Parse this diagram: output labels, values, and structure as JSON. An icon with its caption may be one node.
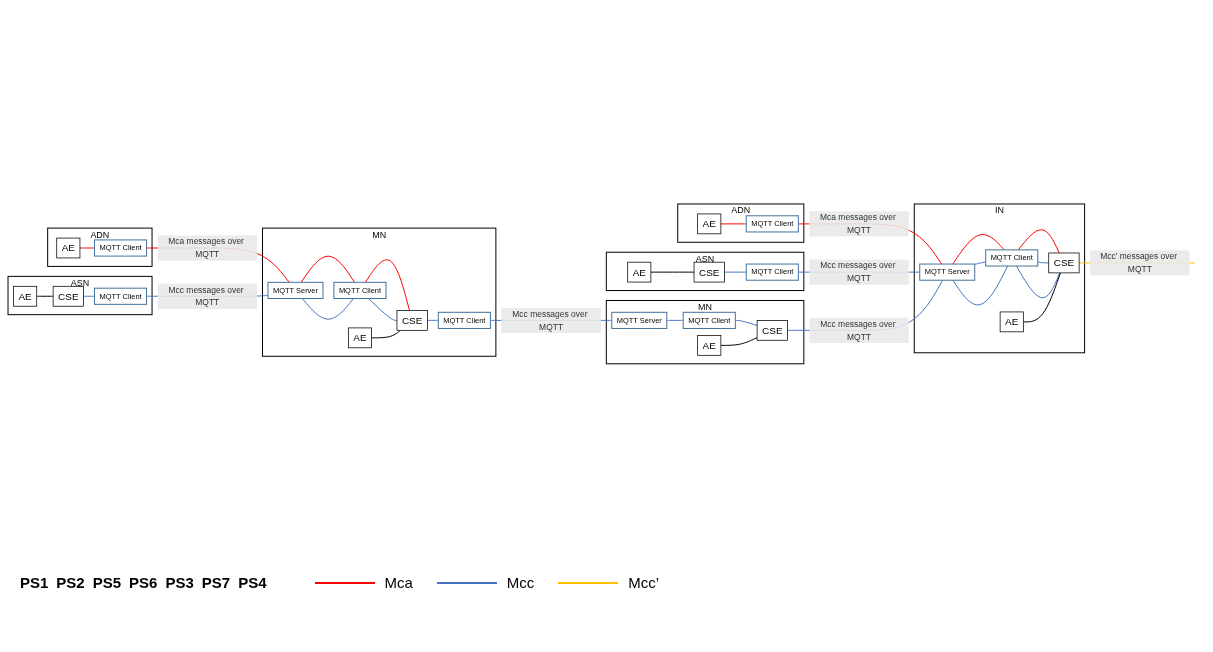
{
  "diagram": {
    "nodes": [
      {
        "text": [
          "ADN"
        ]
      },
      {
        "text": [
          "AE"
        ],
        "in": 0
      },
      {
        "text": [
          "MQTT Client"
        ],
        "in": 0
      },
      {
        "text": [
          "ADN"
        ]
      },
      {
        "text": [
          "AE"
        ],
        "in": 3
      },
      {
        "text": [
          "MQTT Client"
        ],
        "in": 3
      },
      {
        "text": [
          "ASN"
        ]
      },
      {
        "text": [
          "AE"
        ],
        "in": 6
      },
      {
        "text": [
          "CSE"
        ],
        "in": 6
      },
      {
        "text": [
          "MQTT Client"
        ],
        "in": 6
      },
      {
        "text": [
          "ASN"
        ]
      },
      {
        "text": [
          "AE"
        ],
        "in": 10
      },
      {
        "text": [
          "CSE"
        ],
        "in": 10
      },
      {
        "text": [
          "MQTT Client"
        ],
        "in": 10
      },
      {
        "text": [
          "MN"
        ]
      },
      {
        "text": [
          "MQTT Server"
        ],
        "in": 14
      },
      {
        "text": [
          "MQTT Client"
        ],
        "in": 14
      },
      {
        "text": [
          "AE"
        ],
        "in": 14
      },
      {
        "text": [
          "CSE"
        ],
        "in": 14
      },
      {
        "text": [
          "MQTT Client"
        ],
        "in": 14
      },
      {
        "text": [
          "MN"
        ]
      },
      {
        "text": [
          "MQTT Server"
        ],
        "in": 20
      },
      {
        "text": [
          "MQTT Client"
        ],
        "in": 20
      },
      {
        "text": [
          "AE"
        ],
        "in": 20
      },
      {
        "text": [
          "CSE"
        ],
        "in": 20
      },
      {
        "text": [
          "IN"
        ]
      },
      {
        "text": [
          "MQTT Server"
        ],
        "in": 25
      },
      {
        "text": [
          "MQTT Client"
        ],
        "in": 25
      },
      {
        "text": [
          "AE"
        ],
        "in": 25
      },
      {
        "text": [
          "CSE"
        ],
        "in": 25
      }
    ],
    "edges": [
      {
        "from": 1,
        "to": 2,
        "arrow": "none",
        "color": "#ff0000"
      },
      {
        "from": 2,
        "to": 26,
        "arrow": "none",
        "label": "Mca messages over MQTT",
        "color": "#ff0000"
      },
      {
        "from": 26,
        "to": 27,
        "arrow": "none",
        "color": "#ff0000"
      },
      {
        "from": 27,
        "to": 29,
        "arrow": "none",
        "color": "#ff0000"
      },
      {
        "from": 4,
        "to": 5,
        "arrow": "none",
        "color": "#ff0000"
      },
      {
        "from": 5,
        "to": 15,
        "arrow": "none",
        "label": "Mca messages over MQTT",
        "color": "#ff0000"
      },
      {
        "from": 15,
        "to": 16,
        "arrow": "none",
        "color": "#ff0000"
      },
      {
        "from": 16,
        "to": 18,
        "arrow": "none",
        "color": "#ff0000"
      },
      {
        "from": 7,
        "to": 8,
        "arrow": "none",
        "color": "#000000"
      },
      {
        "from": 8,
        "to": 9,
        "arrow": "none"
      },
      {
        "from": 9,
        "to": 15,
        "arrow": "none",
        "label": "Mcc messages over MQTT"
      },
      {
        "from": 15,
        "to": 16,
        "arrow": "none"
      },
      {
        "from": 16,
        "to": 18,
        "arrow": "none"
      },
      {
        "from": 11,
        "to": 12,
        "arrow": "none",
        "color": "#000000"
      },
      {
        "from": 12,
        "to": 13,
        "arrow": "none"
      },
      {
        "from": 13,
        "to": 26,
        "arrow": "none",
        "label": "Mcc messages over MQTT"
      },
      {
        "from": 26,
        "to": 27,
        "arrow": "none"
      },
      {
        "from": 27,
        "to": 29,
        "arrow": "none"
      },
      {
        "from": 17,
        "to": 18,
        "arrow": "none",
        "color": "#000000"
      },
      {
        "from": 18,
        "to": 19,
        "arrow": "none"
      },
      {
        "from": 19,
        "to": 21,
        "arrow": "none",
        "label": "Mcc messages over MQTT"
      },
      {
        "from": 21,
        "to": 22,
        "arrow": "none"
      },
      {
        "from": 22,
        "to": 24,
        "arrow": "none"
      },
      {
        "from": 23,
        "to": 24,
        "arrow": "none",
        "color": "#000000"
      },
      {
        "from": 24,
        "to": 26,
        "arrow": "none",
        "label": "Mcc messages over MQTT"
      },
      {
        "from": 26,
        "to": 27,
        "arrow": "none"
      },
      {
        "from": 27,
        "to": 29,
        "arrow": "none"
      },
      {
        "from": 28,
        "to": 29,
        "arrow": "none",
        "color": "#000000"
      },
      {
        "from": 29,
        "to": null,
        "arrow": "none",
        "label": "Mcc’ messages over MQTT",
        "color": "#ffc000"
      }
    ],
    "labels": [
      "PS1",
      "PS2",
      "PS5",
      "PS6",
      "PS3",
      "PS7",
      "PS4"
    ],
    "legend": [
      {
        "text": "Mca"
      },
      {
        "text": "Mcc"
      },
      {
        "text": "Mcc’"
      }
    ]
  }
}
